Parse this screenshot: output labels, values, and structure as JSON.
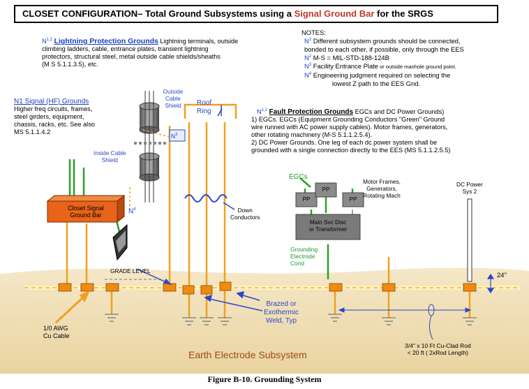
{
  "title": {
    "prefix": "CLOSET CONFIGURATION– Total Ground Subsystems using a ",
    "highlight": "Signal Ground Bar",
    "suffix": " for the SRGS"
  },
  "lightning": {
    "key": "N",
    "sup": "1,2",
    "heading": "Lightning Protection Grounds",
    "lines": [
      " Lightning terminals, outside",
      "climbing ladders, cable, entrance plates, transient lightning",
      "protectors, structural steel, metal outside  cable shields/sheaths",
      "(M S 5.1.1.3.5), etc."
    ]
  },
  "notes": {
    "title": "NOTES:",
    "items": [
      {
        "key": "N",
        "sup": "1",
        "lines": [
          " Different subsystem grounds should be connected,",
          "bonded to each other, if possible, only through the EES"
        ]
      },
      {
        "key": "N",
        "sup": "2",
        "lines": [
          " M-S = MIL-STD-188-124B"
        ]
      },
      {
        "key": "N",
        "sup": "3",
        "lines": [
          " Facility Entrance Plate",
          " or outside manhole ground point."
        ]
      },
      {
        "key": "N",
        "sup": "4",
        "lines": [
          " Engineering judgment required on selecting the",
          "lowest Z path to the EES Gnd."
        ]
      }
    ]
  },
  "signal": {
    "heading": "N1 Signal (HF) Grounds",
    "lines": [
      "Higher freq circuits, frames,",
      "steel girders, equipment,",
      "chassis, racks, etc.  See also",
      "MS 5.1.1.4.2"
    ]
  },
  "fault": {
    "key": "N",
    "sup": "1,2",
    "heading": "Fault Protection Grounds",
    "heading_suffix": " EGCs and DC Power Grounds)",
    "lines": [
      "1) EGCs. EGCs (Equipment Grounding Conductors \"Green\" Ground",
      "wire runned with AC power supply cables).  Motor  frames, generators,",
      "other rotating machinery  (M-S 5.1.1.2.5.4).",
      "2) DC Power Grounds.  One leg of each dc power system shall be",
      "grounded with a single connection directly to the EES  (MS 5.1.1.2.5.5)"
    ]
  },
  "labels": {
    "outside_cable_shield": [
      "Outside",
      "Cable",
      "Shield"
    ],
    "n3": "N",
    "n3_sup": "3",
    "roof_ring": [
      "Roof",
      "Ring"
    ],
    "inside_cable_shield": [
      "Inside Cable",
      "Shield"
    ],
    "closet_bar": [
      "Closet Signal",
      "Ground Bar"
    ],
    "n4": "N",
    "n4_sup": "4",
    "down_conductors": [
      "Down",
      "Conductors"
    ],
    "egcs": "EGCs",
    "pp": "PP",
    "motor_frames": [
      "Motor Frames,",
      "Generators,",
      "Rotating Mach"
    ],
    "main_svc": [
      "Main Svc Disc",
      "or Transformer"
    ],
    "grounding_electrode": [
      "Grounding",
      "Electrode",
      "Cond"
    ],
    "dc_power": [
      "DC Power",
      "Sys 2"
    ],
    "grade_level": "GRADE LEVEL",
    "depth": "24\"",
    "awg": [
      "1/0 AWG",
      "Cu Cable"
    ],
    "brazed": [
      "Brazed or",
      "Exothermic",
      "Weld,  Typ"
    ],
    "earth_electrode": "Earth Electrode Subsystem",
    "rod": [
      "3/4\" x 10 Ft Cu-Clad Rod",
      "< 20 ft ( 2xRod Length)"
    ]
  },
  "caption": "Figure B-10.  Grounding System",
  "colors": {
    "soil": "#f3e3bf",
    "weld": "#f08a10",
    "green_wire": "#2aa02a",
    "blue": "#2a46c9",
    "bar": "#e8641a"
  }
}
